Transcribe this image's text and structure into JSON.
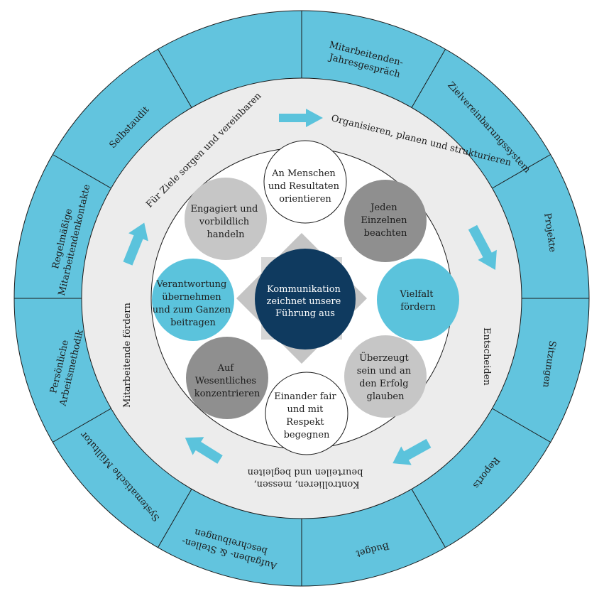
{
  "center": {
    "lines": [
      "Kommunikation",
      "zeichnet unsere",
      "Führung aus"
    ]
  },
  "inner_nodes": [
    {
      "lines": [
        "An Menschen",
        "und Resultaten",
        "orientieren"
      ],
      "fill": "#ffffff"
    },
    {
      "lines": [
        "Jeden",
        "Einzelnen",
        "beachten"
      ],
      "fill": "#8f8f8f"
    },
    {
      "lines": [
        "Vielfalt",
        "fördern"
      ],
      "fill": "#5bc3dc"
    },
    {
      "lines": [
        "Überzeugt",
        "sein und an",
        "den Erfolg",
        "glauben"
      ],
      "fill": "#c6c6c6"
    },
    {
      "lines": [
        "Einander fair",
        "und mit",
        "Respekt",
        "begegnen"
      ],
      "fill": "#ffffff"
    },
    {
      "lines": [
        "Auf",
        "Wesentliches",
        "konzentrieren"
      ],
      "fill": "#8f8f8f"
    },
    {
      "lines": [
        "Verantwortung",
        "übernehmen",
        "und zum Ganzen",
        "beitragen"
      ],
      "fill": "#5bc3dc"
    },
    {
      "lines": [
        "Engagiert und",
        "vorbildlich",
        "handeln"
      ],
      "fill": "#c6c6c6"
    }
  ],
  "process_ring": [
    {
      "text": "Organisieren, planen und strukturieren"
    },
    {
      "text": "Entscheiden"
    },
    {
      "lines": [
        "Kontrollieren, messen,",
        "beurteilen und begleiten"
      ]
    },
    {
      "text": "Mitarbeitende fördern"
    },
    {
      "text": "Für Ziele sorgen und vereinbaren"
    }
  ],
  "outer_segments": [
    {
      "lines": [
        "Mitarbeitenden-",
        "Jahresgespräch"
      ]
    },
    {
      "lines": [
        "Zielvereinbarungssystem"
      ]
    },
    {
      "lines": [
        "Projekte"
      ]
    },
    {
      "lines": [
        "Sitzungen"
      ]
    },
    {
      "lines": [
        "Reports"
      ]
    },
    {
      "lines": [
        "Budget"
      ]
    },
    {
      "lines": [
        "Aufgaben- & Stellen-",
        "beschreibungen"
      ]
    },
    {
      "lines": [
        "Systematische Mülltutor"
      ]
    },
    {
      "lines": [
        "Persönliche",
        "Arbeitsmethodik"
      ]
    },
    {
      "lines": [
        "Regelmäßige",
        "Mitarbeitendenkontakte"
      ]
    },
    {
      "lines": [
        "Selbstaudit"
      ]
    },
    {
      "lines": []
    }
  ],
  "colors": {
    "outer_ring": "#62c4de",
    "process_ring": "#ececec",
    "inner_disc": "#ffffff",
    "center": "#0f3a5f",
    "diamond": "#c4c4c4",
    "arrow": "#5bc3dc",
    "lines": "#1a1a1a"
  }
}
